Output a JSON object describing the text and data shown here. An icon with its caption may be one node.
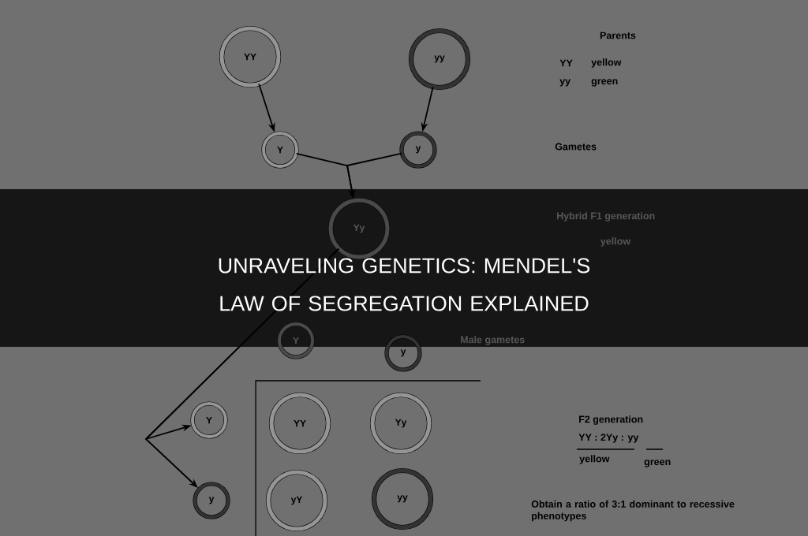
{
  "diagram": {
    "title": "UNRAVELING GENETICS: MENDEL'S LAW OF SEGREGATION EXPLAINED",
    "nodes": [
      {
        "text": [
          "YY"
        ]
      },
      {
        "text": [
          "yy"
        ]
      },
      {
        "text": [
          "Y"
        ]
      },
      {
        "text": [
          "y"
        ]
      },
      {
        "text": [
          "Yy"
        ]
      },
      {
        "text": [
          "Y"
        ]
      },
      {
        "text": [
          "y"
        ]
      },
      {
        "text": [
          "Y"
        ]
      },
      {
        "text": [
          "y"
        ]
      },
      {
        "text": [
          "YY"
        ]
      },
      {
        "text": [
          "Yy"
        ]
      },
      {
        "text": [
          "yY"
        ]
      },
      {
        "text": [
          "yy"
        ]
      }
    ],
    "edges": [
      {
        "from": 0,
        "to": 2,
        "arrow": "to"
      },
      {
        "from": 1,
        "to": 3,
        "arrow": "to"
      },
      {
        "from": 2,
        "to": 4,
        "arrow": "to"
      },
      {
        "from": 3,
        "to": 4,
        "arrow": "to"
      },
      {
        "from": 4,
        "to": 7,
        "arrow": "to"
      },
      {
        "from": 4,
        "to": 8,
        "arrow": "to"
      }
    ],
    "labels": [
      "Parents",
      "YY",
      "yellow",
      "yy",
      "green",
      "Gametes",
      "Hybrid F1 generation",
      "yellow",
      "Male gametes",
      "F2 generation",
      "YY : 2Yy : yy",
      "yellow",
      "green",
      "Obtain a ratio of 3:1 dominant to recessive phenotypes"
    ]
  }
}
